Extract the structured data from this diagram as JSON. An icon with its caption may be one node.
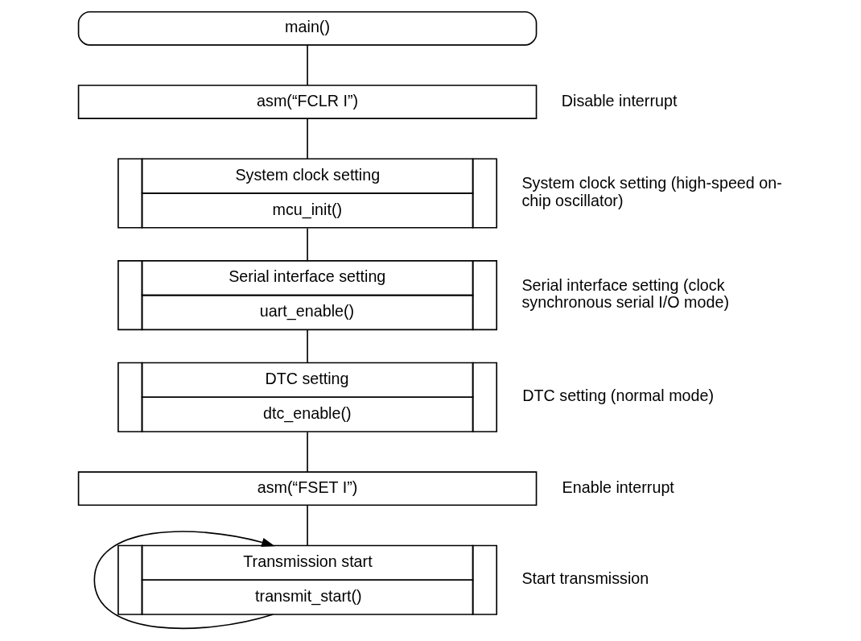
{
  "diagram": {
    "nodes": [
      {
        "text": [
          "main()"
        ]
      },
      {
        "text": [
          "asm(“FCLR I”)"
        ],
        "beside": [
          "Disable interrupt"
        ]
      },
      {
        "text": [
          "System clock setting",
          "mcu_init()"
        ],
        "beside": [
          "System clock setting (high-speed on-chip oscillator)"
        ]
      },
      {
        "text": [
          "Serial interface setting",
          "uart_enable()"
        ],
        "beside": [
          "Serial interface setting (clock synchronous serial I/O mode)"
        ]
      },
      {
        "text": [
          "DTC setting",
          "dtc_enable()"
        ],
        "beside": [
          "DTC setting (normal mode)"
        ]
      },
      {
        "text": [
          "asm(“FSET I”)"
        ],
        "beside": [
          "Enable interrupt"
        ]
      },
      {
        "text": [
          "Transmission start",
          "transmit_start()"
        ],
        "beside": [
          "Start transmission"
        ]
      }
    ],
    "edges": [
      {
        "from": 0,
        "to": 1,
        "arrow": "none"
      },
      {
        "from": 1,
        "to": 2,
        "arrow": "none"
      },
      {
        "from": 2,
        "to": 3,
        "arrow": "none"
      },
      {
        "from": 3,
        "to": 4,
        "arrow": "none"
      },
      {
        "from": 4,
        "to": 5,
        "arrow": "none"
      },
      {
        "from": 5,
        "to": 6,
        "arrow": "none"
      },
      {
        "from": 6,
        "to": 6,
        "arrow": "to"
      }
    ]
  }
}
